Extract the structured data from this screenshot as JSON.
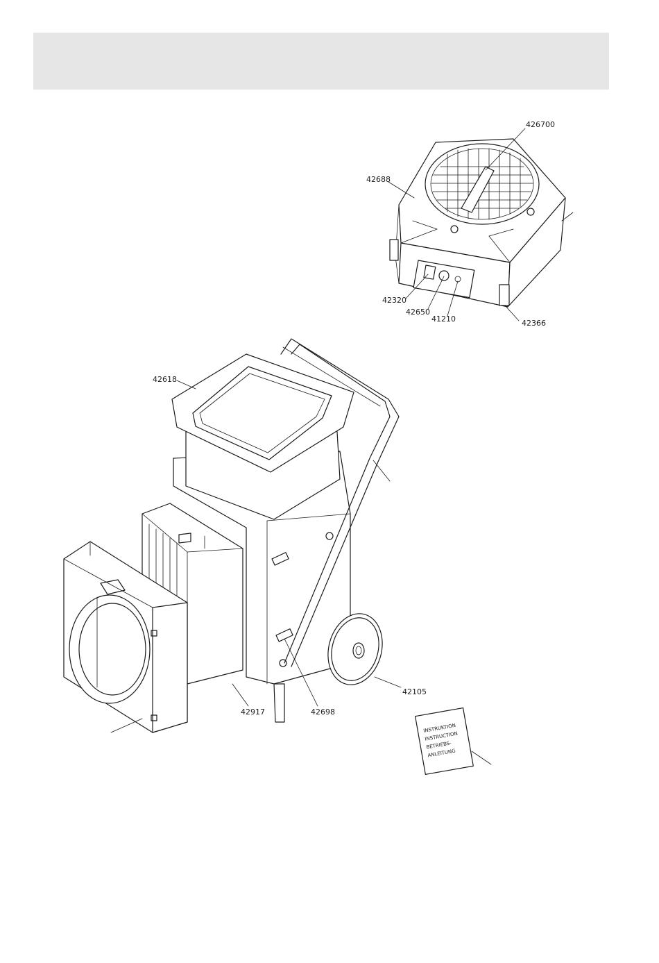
{
  "labels": {
    "lid_grille": "426700",
    "top_housing": "42688",
    "switch": "42320",
    "indicator": "42650",
    "counter": "41210",
    "latch_top": "42366",
    "prefilter_housing": "42618",
    "hepa_filter": "42917",
    "side_latch": "42698",
    "wheel": "42105"
  },
  "booklet": {
    "line1": "INSTRUKTION",
    "line2": "INSTRUCTION",
    "line3": "BETRIEBS-",
    "line4": "ANLEITUNG"
  }
}
